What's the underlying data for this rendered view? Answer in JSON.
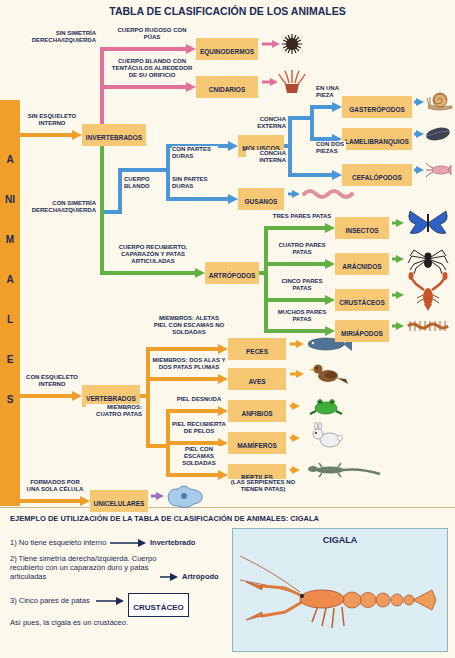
{
  "diagram": {
    "title": "TABLA DE CLASIFICACIÓN DE LOS ANIMALES",
    "nodes": [
      {
        "text": [
          "ANIMALES"
        ]
      },
      {
        "text": [
          "INVERTEBRADOS"
        ]
      },
      {
        "text": [
          "EQUINODERMOS"
        ]
      },
      {
        "text": [
          "CNIDARIOS"
        ]
      },
      {
        "text": [
          "MOLUSCOS"
        ]
      },
      {
        "text": [
          "GASTERÓPODOS"
        ]
      },
      {
        "text": [
          "LAMELIBRANQUIOS"
        ]
      },
      {
        "text": [
          "CEFALÓPODOS"
        ]
      },
      {
        "text": [
          "GUSANOS"
        ]
      },
      {
        "text": [
          "ARTRÓPODOS"
        ]
      },
      {
        "text": [
          "INSECTOS"
        ]
      },
      {
        "text": [
          "ARÁCNIDOS"
        ]
      },
      {
        "text": [
          "CRUSTÁCEOS"
        ]
      },
      {
        "text": [
          "MIRIÁPODOS"
        ]
      },
      {
        "text": [
          "VERTEBRADOS"
        ]
      },
      {
        "text": [
          "PECES"
        ]
      },
      {
        "text": [
          "AVES"
        ]
      },
      {
        "text": [
          "ANFIBIOS"
        ]
      },
      {
        "text": [
          "MAMÍFEROS"
        ]
      },
      {
        "text": [
          "REPTILES"
        ]
      },
      {
        "text": [
          "UNICELULARES"
        ]
      },
      {
        "text": [
          "CRUSTÁCEO"
        ]
      },
      {
        "text": [
          "CIGALA"
        ]
      }
    ],
    "edges": [
      {
        "from": 0,
        "to": 1,
        "arrow": "to",
        "label": "SIN ESQUELETO INTERNO"
      },
      {
        "from": 1,
        "to": 2,
        "arrow": "to",
        "label": "CUERPO RUGOSO CON PÚAS"
      },
      {
        "from": 1,
        "to": 3,
        "arrow": "to",
        "label": "CUERPO BLANDO CON TENTÁCULOS ALREDEDOR DE SU ORIFICIO"
      },
      {
        "from": 1,
        "to": 4,
        "arrow": "to",
        "label": "CON PARTES DURAS"
      },
      {
        "from": 1,
        "to": 8,
        "arrow": "to",
        "label": "SIN PARTES DURAS"
      },
      {
        "from": 1,
        "to": 9,
        "arrow": "to",
        "label": "CUERPO RECUBIERTO, CAPARAZÓN Y PATAS ARTICULADAS"
      },
      {
        "from": 4,
        "to": 5,
        "arrow": "to",
        "label": "EN UNA PIEZA"
      },
      {
        "from": 4,
        "to": 6,
        "arrow": "to",
        "label": "CON DOS PIEZAS"
      },
      {
        "from": 4,
        "to": 7,
        "arrow": "to",
        "label": "CONCHA INTERNA"
      },
      {
        "from": 9,
        "to": 10,
        "arrow": "to",
        "label": "TRES PARES PATAS"
      },
      {
        "from": 9,
        "to": 11,
        "arrow": "to",
        "label": "CUATRO PARES PATAS"
      },
      {
        "from": 9,
        "to": 12,
        "arrow": "to",
        "label": "CINCO PARES PATAS"
      },
      {
        "from": 9,
        "to": 13,
        "arrow": "to",
        "label": "MUCHOS PARES PATAS"
      },
      {
        "from": 0,
        "to": 14,
        "arrow": "to",
        "label": "CON ESQUELETO INTERNO"
      },
      {
        "from": 14,
        "to": 15,
        "arrow": "to",
        "label": "MIEMBROS: ALETAS PIEL CON ESCAMAS NO SOLDADAS"
      },
      {
        "from": 14,
        "to": 16,
        "arrow": "to",
        "label": "MIEMBROS: DOS ALAS Y DOS PATAS PLUMAS"
      },
      {
        "from": 14,
        "to": 17,
        "arrow": "to",
        "label": "PIEL DESNUDA"
      },
      {
        "from": 14,
        "to": 18,
        "arrow": "to",
        "label": "PIEL RECUBIERTA DE PELOS"
      },
      {
        "from": 14,
        "to": 19,
        "arrow": "to",
        "label": "PIEL CON ESCAMAS SOLDADAS"
      },
      {
        "from": 0,
        "to": 20,
        "arrow": "to",
        "label": "FORMADOS POR UNA SOLA CÉLULA"
      }
    ],
    "labels": [
      "SIN SIMETRÍA DERECHA/IZQUIERDA",
      "CON SIMETRÍA DERECHA/IZQUIERDA",
      "CUERPO BLANDO",
      "CONCHA EXTERNA",
      "MIEMBROS: CUATRO PATAS",
      "(LAS SERPIENTES NO TIENEN PATAS)",
      "EJEMPLO DE UTILIZACIÓN DE LA TABLA DE CLASIFICACIÓN DE ANIMALES: CIGALA",
      "1) No tiene esqueleto interno",
      "Invertebrado",
      "2) Tiene simetría derecha/izquierda. Cuerpo recubierto con un caparazón duro y patas articuladas",
      "Artrópodo",
      "3) Cinco pares de patas",
      "Así pues, la cigala es un crustáceo."
    ]
  }
}
